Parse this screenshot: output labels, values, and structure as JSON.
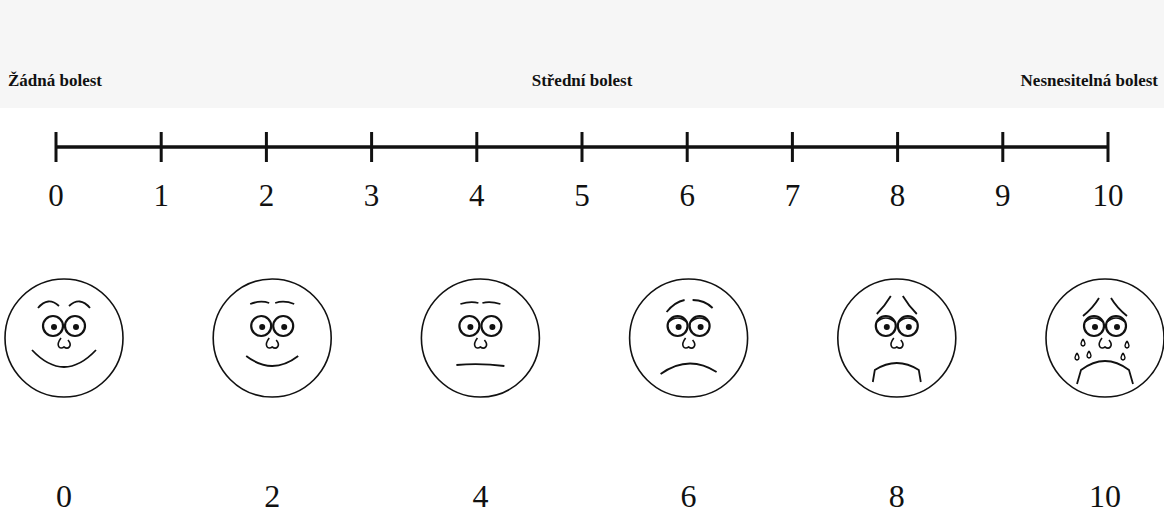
{
  "diagram": {
    "labels": [
      "Žádná bolest",
      "Střední bolest",
      "Nesnesitelná bolest",
      "0",
      "1",
      "2",
      "3",
      "4",
      "5",
      "6",
      "7",
      "8",
      "9",
      "10",
      "0",
      "2",
      "4",
      "6",
      "8",
      "10"
    ]
  }
}
